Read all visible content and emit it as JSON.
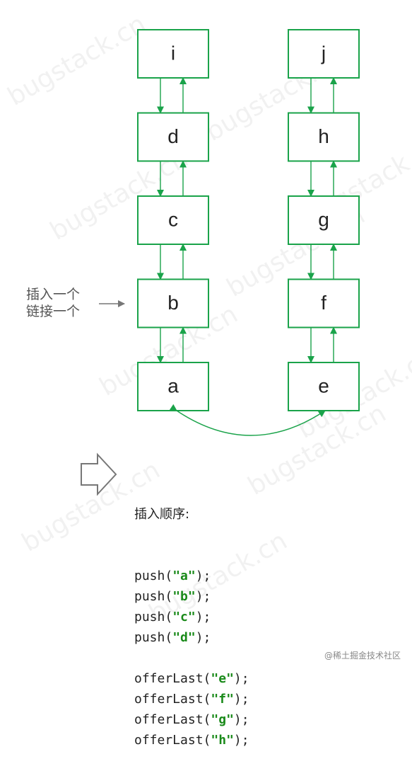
{
  "watermark": "bugstack.cn",
  "columns": {
    "left": [
      "i",
      "d",
      "c",
      "b",
      "a"
    ],
    "right": [
      "j",
      "h",
      "g",
      "f",
      "e"
    ]
  },
  "annotation": {
    "line1": "插入一个",
    "line2": "链接一个"
  },
  "code": {
    "heading": "插入顺序:",
    "lines": [
      {
        "func": "push",
        "arg": "a"
      },
      {
        "func": "push",
        "arg": "b"
      },
      {
        "func": "push",
        "arg": "c"
      },
      {
        "func": "push",
        "arg": "d"
      },
      {
        "func": "offerLast",
        "arg": "e"
      },
      {
        "func": "offerLast",
        "arg": "f"
      },
      {
        "func": "offerLast",
        "arg": "g"
      },
      {
        "func": "offerLast",
        "arg": "h"
      }
    ]
  },
  "credit": "@稀土掘金技术社区",
  "colors": {
    "accent": "#1aa34a",
    "code_arg": "#1a8a1a"
  }
}
